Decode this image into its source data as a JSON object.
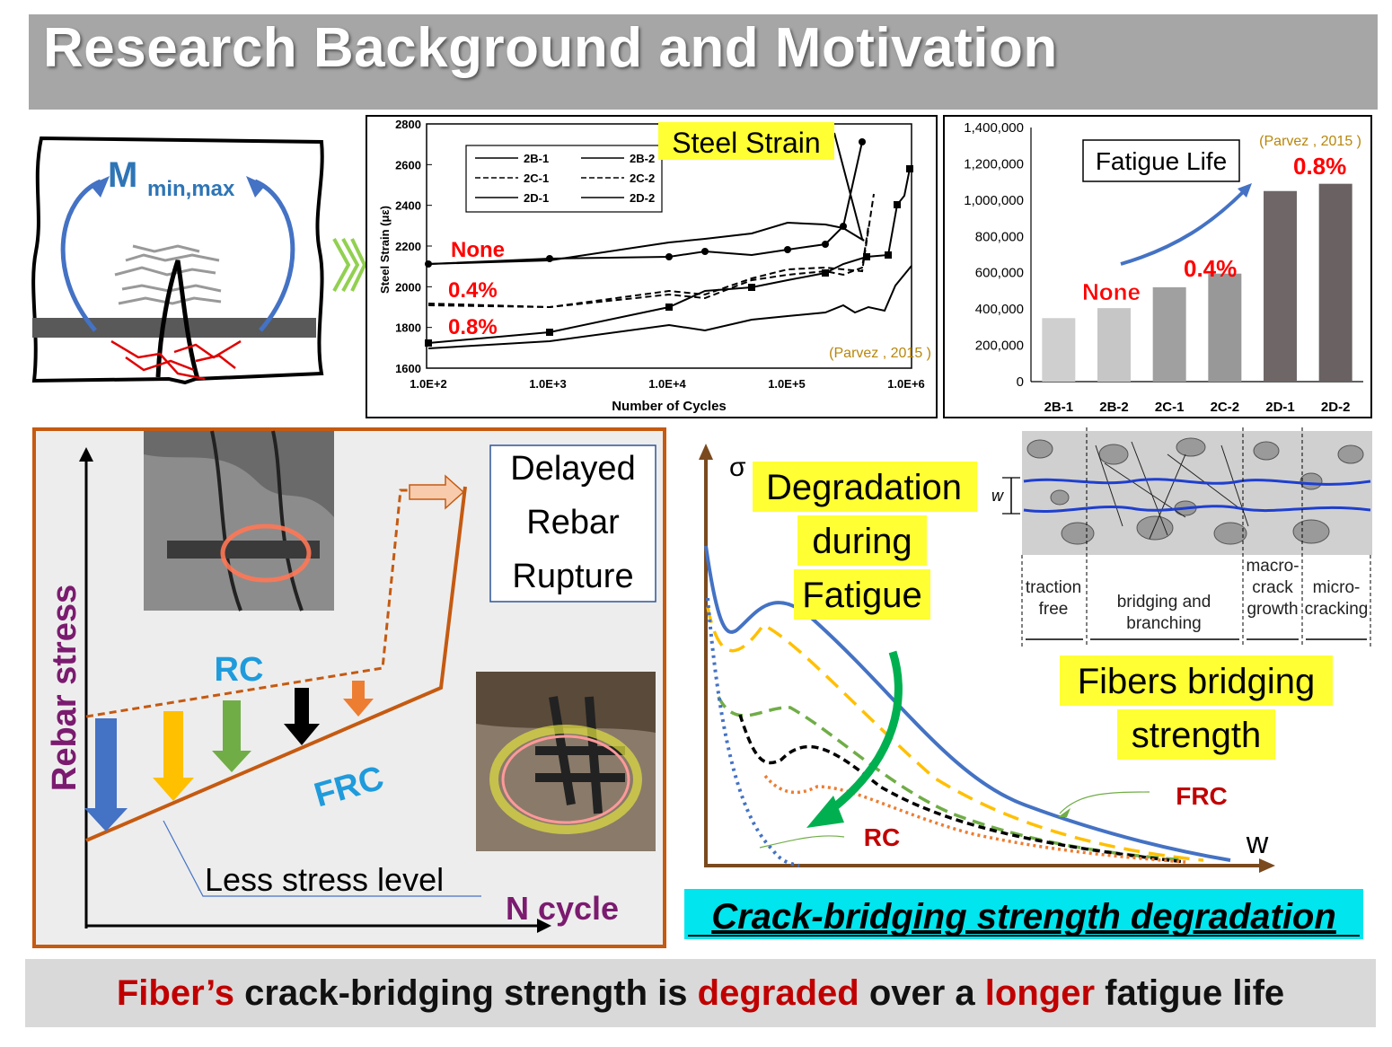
{
  "slide": {
    "title": "Research Background and Motivation",
    "footer": {
      "part1": "Fiber’s",
      "part2": " crack-bridging strength is ",
      "part3": "degraded",
      "part4": " over a ",
      "part5": "longer",
      "part6": " fatigue life"
    }
  },
  "beam_diagram": {
    "moment_label_main": "M",
    "moment_label_sub": "min,max"
  },
  "strain_chart": {
    "title": "Steel Strain",
    "citation": "(Parvez , 2015 )",
    "ylabel": "Steel Strain (με)",
    "xlabel": "Number of Cycles",
    "annotations": {
      "none": "None",
      "p04": "0.4%",
      "p08": "0.8%"
    },
    "yticks": [
      "2800",
      "2600",
      "2400",
      "2200",
      "2000",
      "1800",
      "1600"
    ],
    "xticks": [
      "1.0E+2",
      "1.0E+3",
      "1.0E+4",
      "1.0E+5",
      "1.0E+6"
    ],
    "legend": [
      "2B-1",
      "2B-2",
      "2C-1",
      "2C-2",
      "2D-1",
      "2D-2"
    ]
  },
  "fatigue_chart": {
    "title": "Fatigue Life",
    "citation": "(Parvez , 2015 )",
    "annotations": {
      "none": "None",
      "p04": "0.4%",
      "p08": "0.8%"
    },
    "yticks": [
      "1,400,000",
      "1,200,000",
      "1,000,000",
      "800,000",
      "600,000",
      "400,000",
      "200,000",
      "0"
    ],
    "categories": [
      "2B-1",
      "2B-2",
      "2C-1",
      "2C-2",
      "2D-1",
      "2D-2"
    ],
    "values": [
      350000,
      405000,
      520000,
      595000,
      1050000,
      1090000
    ],
    "colors": [
      "#cfcfcf",
      "#c6c6c6",
      "#a0a0a0",
      "#989898",
      "#6f6767",
      "#6a6262"
    ]
  },
  "rebar_panel": {
    "ylabel": "Rebar stress",
    "xlabel": "N cycle",
    "rc_label": "RC",
    "frc_label": "FRC",
    "delayed_box": [
      "Delayed",
      "Rebar",
      "Rupture"
    ],
    "less_stress": "Less stress level"
  },
  "bridging_panel": {
    "sigma": "σ",
    "w_axis": "w",
    "degradation_box": [
      "Degradation",
      "during",
      "Fatigue"
    ],
    "fibers_box": [
      "Fibers bridging",
      "strength"
    ],
    "frc_label": "FRC",
    "rc_label": "RC",
    "caption": "Crack-bridging strength degradation",
    "zones": [
      [
        "traction",
        "free"
      ],
      [
        "bridging and",
        "branching"
      ],
      [
        "macro-",
        "crack",
        "growth"
      ],
      [
        "micro-",
        "cracking"
      ]
    ],
    "w_mark": "w"
  },
  "colors": {
    "accent_red": "#c00000",
    "highlight_yellow": "#ffff33",
    "caption_cyan": "#00e5ee",
    "frc_orange": "#c55a11",
    "rc_blue": "#1f9bdc"
  }
}
